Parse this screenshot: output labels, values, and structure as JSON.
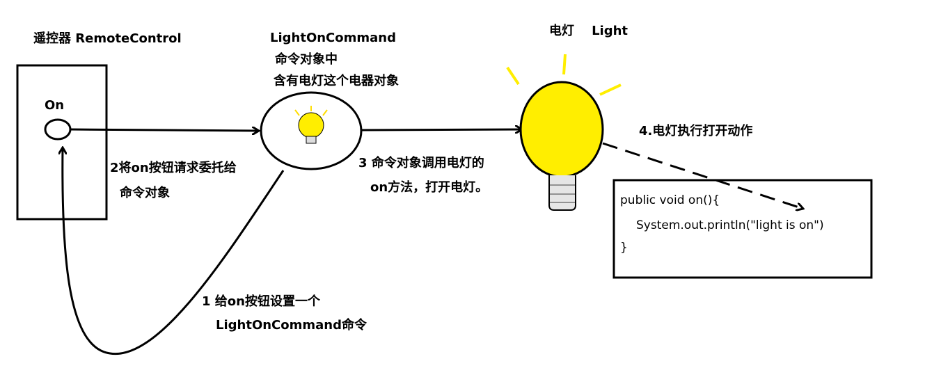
{
  "remote": {
    "title": "遥控器 RemoteControl",
    "button_label": "On"
  },
  "command": {
    "title": "LightOnCommand",
    "desc_line1": "命令对象中",
    "desc_line2": "含有电灯这个电器对象"
  },
  "light": {
    "title": "电灯    Light"
  },
  "steps": {
    "step1_line1": "1 给on按钮设置一个",
    "step1_line2": "LightOnCommand命令",
    "step2_line1": "2将on按钮请求委托给",
    "step2_line2": "命令对象",
    "step3_line1": "3 命令对象调用电灯的",
    "step3_line2": "on方法，打开电灯。",
    "step4": "4.电灯执行打开动作"
  },
  "code_box": {
    "line1": "public void on(){",
    "line2": "System.out.println(\"light is on\")",
    "line3": "}"
  },
  "colors": {
    "bulb_yellow": "#ffee00",
    "bulb_base": "#e6e6e6",
    "stroke": "#000000",
    "background": "#ffffff"
  }
}
